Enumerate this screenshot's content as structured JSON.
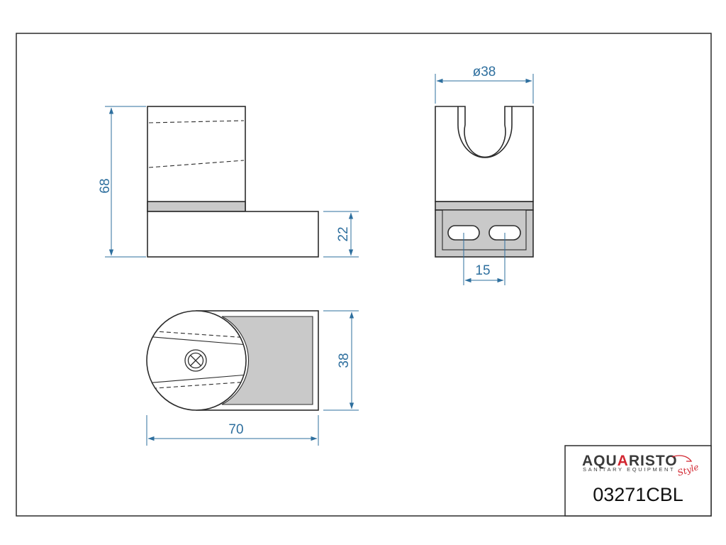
{
  "colors": {
    "line": "#2b2b2b",
    "dimension": "#2e6f9e",
    "fill": "#c9c9c9",
    "brand_red": "#d22630"
  },
  "dimensions": {
    "height_total": "68",
    "height_base": "22",
    "diameter": "ø38",
    "slot_spacing": "15",
    "width": "38",
    "length": "70"
  },
  "title_block": {
    "brand_prefix": "AQU",
    "brand_accent": "A",
    "brand_suffix": "RISTO",
    "brand_tagline": "SANITARY EQUIPMENT",
    "brand_script": "Style",
    "product_code": "03271CBL"
  },
  "icons": {
    "screw": "screw-cross-icon"
  }
}
